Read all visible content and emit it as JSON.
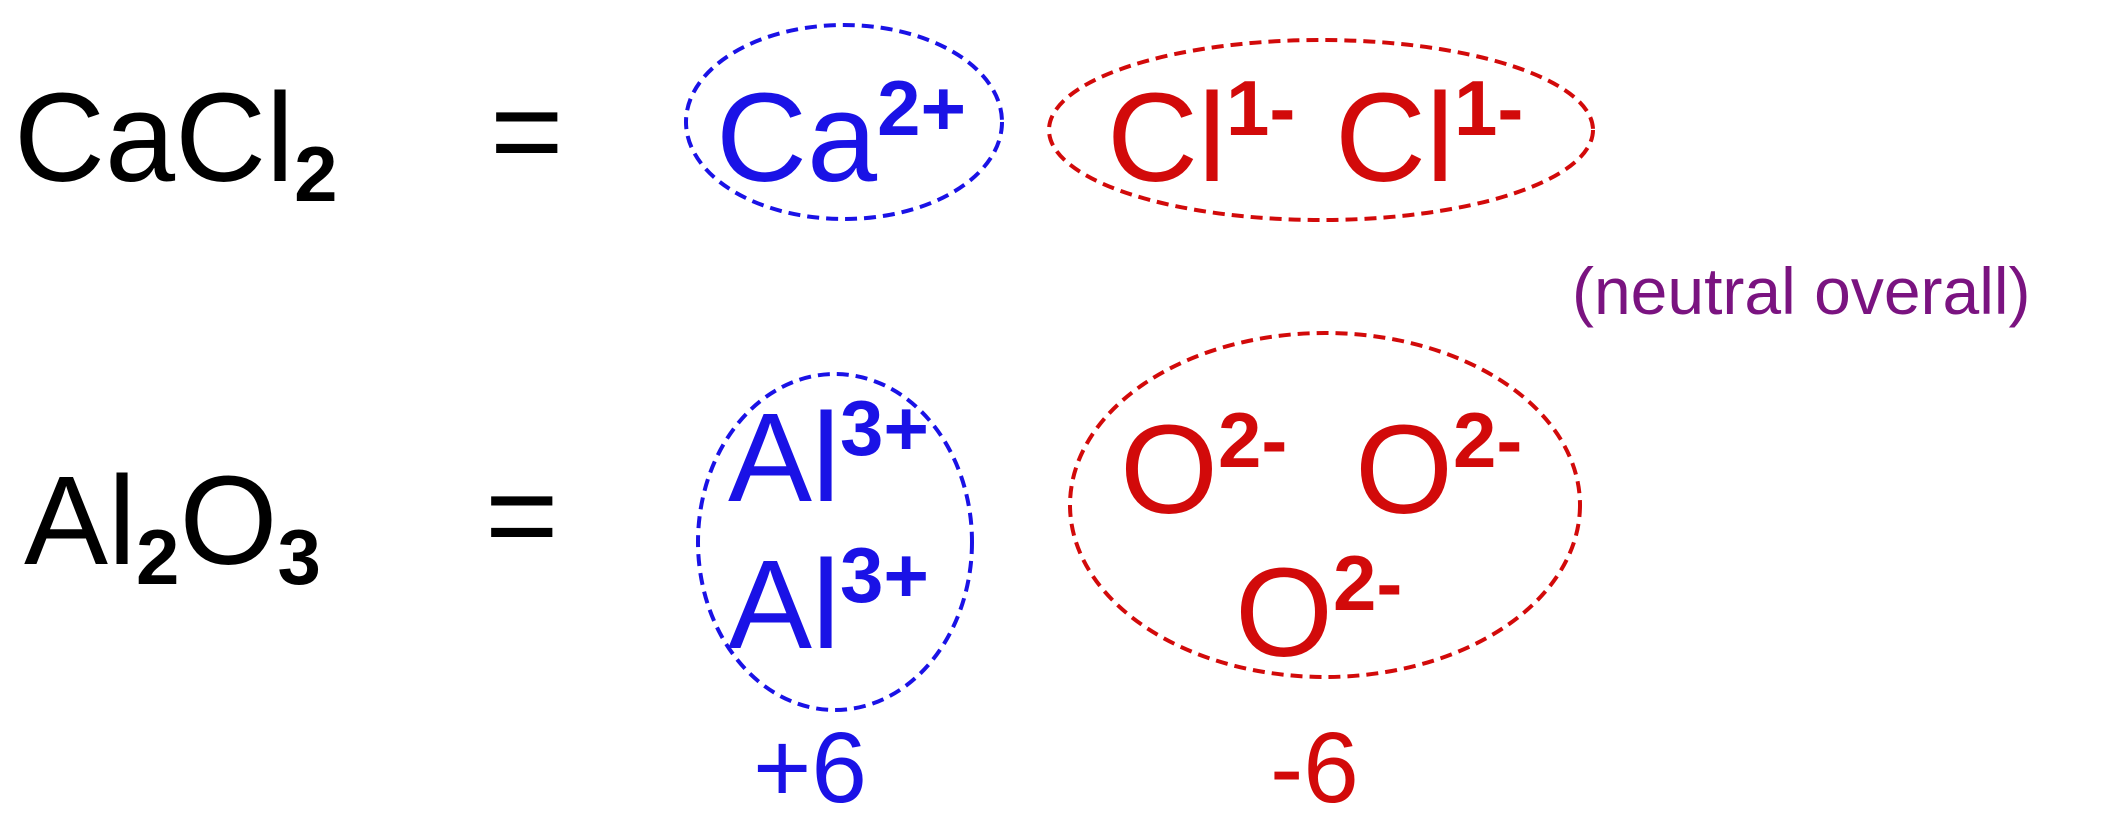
{
  "row1": {
    "formula": {
      "base1": "CaCl",
      "sub1": "2"
    },
    "equals": "=",
    "cation": {
      "symbol": "Ca",
      "charge": "2+"
    },
    "anions": [
      {
        "symbol": "Cl",
        "charge": "1-"
      },
      {
        "symbol": "Cl",
        "charge": "1-"
      }
    ]
  },
  "note": "(neutral overall)",
  "row2": {
    "formula": {
      "base1": "Al",
      "sub1": "2",
      "base2": "O",
      "sub2": "3"
    },
    "equals": "=",
    "cations": [
      {
        "symbol": "Al",
        "charge": "3+"
      },
      {
        "symbol": "Al",
        "charge": "3+"
      }
    ],
    "anions": [
      {
        "symbol": "O",
        "charge": "2-"
      },
      {
        "symbol": "O",
        "charge": "2-"
      },
      {
        "symbol": "O",
        "charge": "2-"
      }
    ],
    "cation_total": "+6",
    "anion_total": "-6"
  },
  "colors": {
    "formula": "#000000",
    "cation": "#1a12e6",
    "anion": "#d20a0a",
    "note": "#7a1380"
  }
}
